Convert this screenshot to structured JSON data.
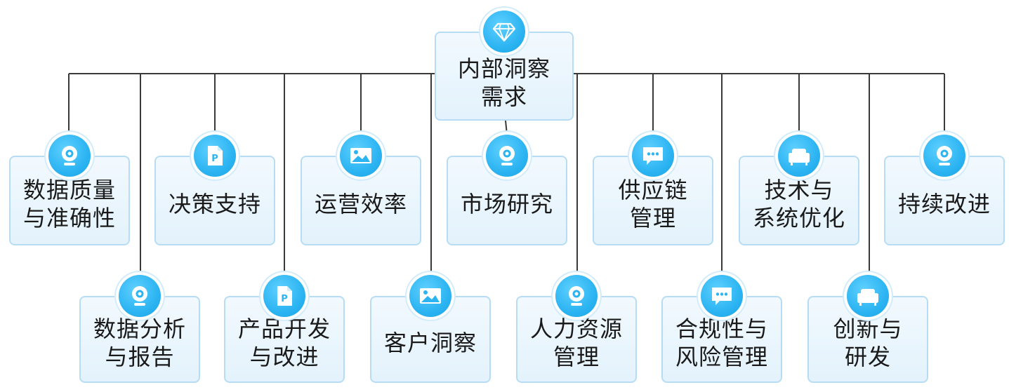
{
  "colors": {
    "line": "#3a3a3a",
    "box_border": "#b7ddf4",
    "box_fill": "#e8f4fc",
    "badge": "#2cb4f2"
  },
  "root": {
    "label": "内部洞察\n需求",
    "icon": "diamond-icon"
  },
  "nodes": [
    {
      "id": "data-quality",
      "label": "数据质量\n与准确性",
      "icon": "webcam-icon"
    },
    {
      "id": "data-analysis",
      "label": "数据分析\n与报告",
      "icon": "webcam-icon"
    },
    {
      "id": "decision-support",
      "label": "决策支持",
      "icon": "document-icon"
    },
    {
      "id": "product-dev",
      "label": "产品开发\n与改进",
      "icon": "document-icon"
    },
    {
      "id": "ops-efficiency",
      "label": "运营效率",
      "icon": "image-icon"
    },
    {
      "id": "customer-insight",
      "label": "客户洞察",
      "icon": "image-icon"
    },
    {
      "id": "market-research",
      "label": "市场研究",
      "icon": "webcam-icon"
    },
    {
      "id": "hr-management",
      "label": "人力资源\n管理",
      "icon": "webcam-icon"
    },
    {
      "id": "supply-chain",
      "label": "供应链\n管理",
      "icon": "chat-icon"
    },
    {
      "id": "compliance-risk",
      "label": "合规性与\n风险管理",
      "icon": "chat-icon"
    },
    {
      "id": "tech-optimization",
      "label": "技术与\n系统优化",
      "icon": "sofa-icon"
    },
    {
      "id": "innovation-rd",
      "label": "创新与\n研发",
      "icon": "sofa-icon"
    },
    {
      "id": "continuous-improvement",
      "label": "持续改进",
      "icon": "webcam-icon"
    }
  ]
}
